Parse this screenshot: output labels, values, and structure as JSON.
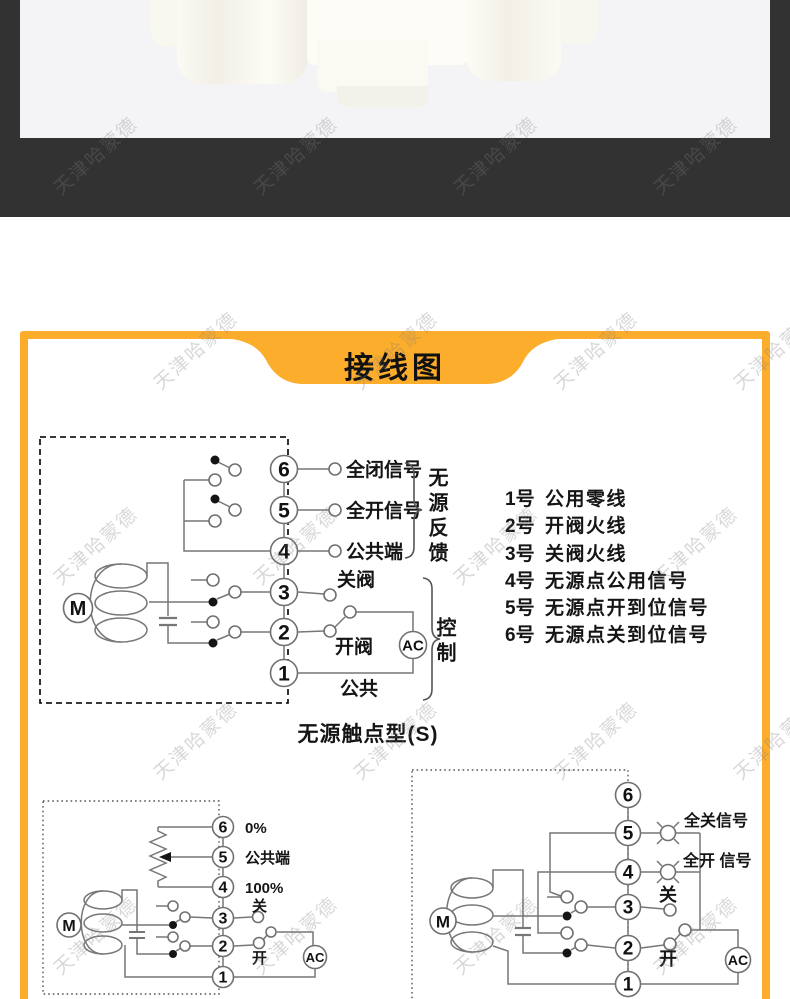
{
  "colors": {
    "accent": "#FBAD2B",
    "dark_band": "#323232",
    "photo_bg": "#F4F4F6",
    "wire": "#777777",
    "ink": "#151515"
  },
  "watermark": {
    "text": "天津哈蒙德"
  },
  "banner": {
    "title": "接线图"
  },
  "terminal_list": {
    "items": [
      {
        "num": "1号",
        "label": "公用零线"
      },
      {
        "num": "2号",
        "label": "开阀火线"
      },
      {
        "num": "3号",
        "label": "关阀火线"
      },
      {
        "num": "4号",
        "label": "无源点公用信号"
      },
      {
        "num": "5号",
        "label": "无源点开到位信号"
      },
      {
        "num": "6号",
        "label": "无源点关到位信号"
      }
    ]
  },
  "main_diagram": {
    "terminals": [
      "6",
      "5",
      "4",
      "3",
      "2",
      "1"
    ],
    "labels": {
      "motor": "M",
      "ac": "AC",
      "full_close_signal": "全闭信号",
      "full_open_signal": "全开信号",
      "common_terminal": "公共端",
      "close_valve": "关阀",
      "open_valve": "开阀",
      "common": "公共",
      "feedback_group": "无源反馈",
      "control_group": "控制"
    },
    "caption": "无源触点型(S)"
  },
  "modulating_diagram": {
    "terminals": [
      "6",
      "5",
      "4",
      "3",
      "2",
      "1"
    ],
    "labels": {
      "motor": "M",
      "ac": "AC",
      "zero_percent": "0%",
      "common_terminal": "公共端",
      "hundred_percent": "100%",
      "close": "关",
      "open": "开"
    }
  },
  "lamp_diagram": {
    "terminals": [
      "6",
      "5",
      "4",
      "3",
      "2",
      "1"
    ],
    "labels": {
      "motor": "M",
      "ac": "AC",
      "full_close_signal": "全关信号",
      "full_open_signal": "全开 信号",
      "close": "关",
      "open": "开"
    }
  }
}
